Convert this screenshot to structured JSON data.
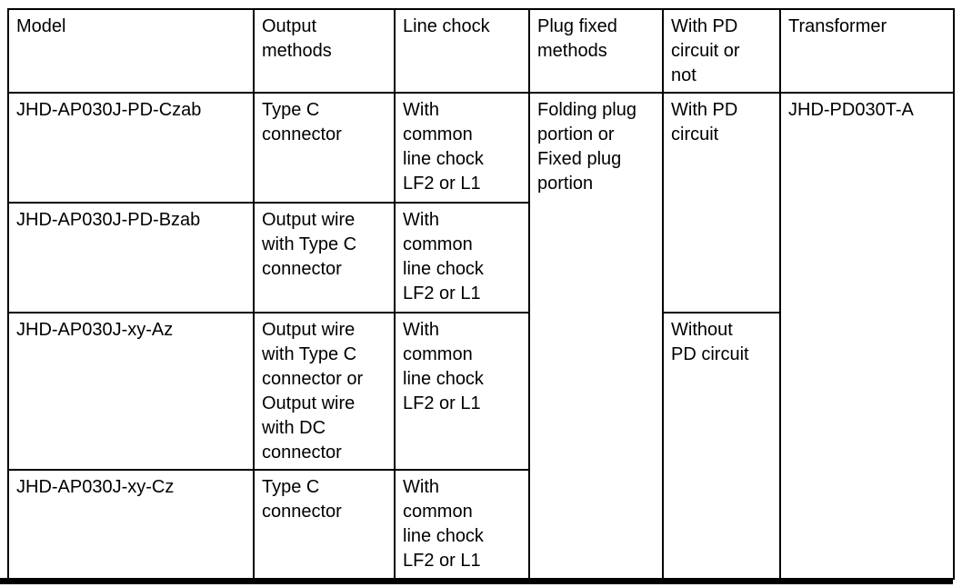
{
  "table": {
    "headers": [
      "Model",
      "Output\nmethods",
      "Line chock",
      "Plug fixed\nmethods",
      "With PD\ncircuit or\nnot",
      "Transformer"
    ],
    "rows": [
      {
        "model": "JHD-AP030J-PD-Czab",
        "output": "Type C\nconnector",
        "chock": "With\ncommon\nline chock\nLF2 or L1"
      },
      {
        "model": "JHD-AP030J-PD-Bzab",
        "output": "Output wire\nwith Type C\nconnector",
        "chock": "With\ncommon\nline chock\nLF2 or L1"
      },
      {
        "model": "JHD-AP030J-xy-Az",
        "output": "Output wire\nwith Type C\nconnector or\nOutput wire\nwith DC\nconnector",
        "chock": "With\ncommon\nline chock\nLF2 or L1"
      },
      {
        "model": "JHD-AP030J-xy-Cz",
        "output": "Type C\nconnector",
        "chock": "With\ncommon\nline chock\nLF2 or L1"
      }
    ],
    "merged": {
      "plug_fixed": "Folding plug\nportion or\nFixed plug\nportion",
      "pd_with": "With PD\ncircuit",
      "pd_without": "Without\nPD circuit",
      "transformer": "JHD-PD030T-A"
    }
  },
  "colors": {
    "border": "#000000",
    "text": "#000000",
    "background": "#ffffff"
  }
}
